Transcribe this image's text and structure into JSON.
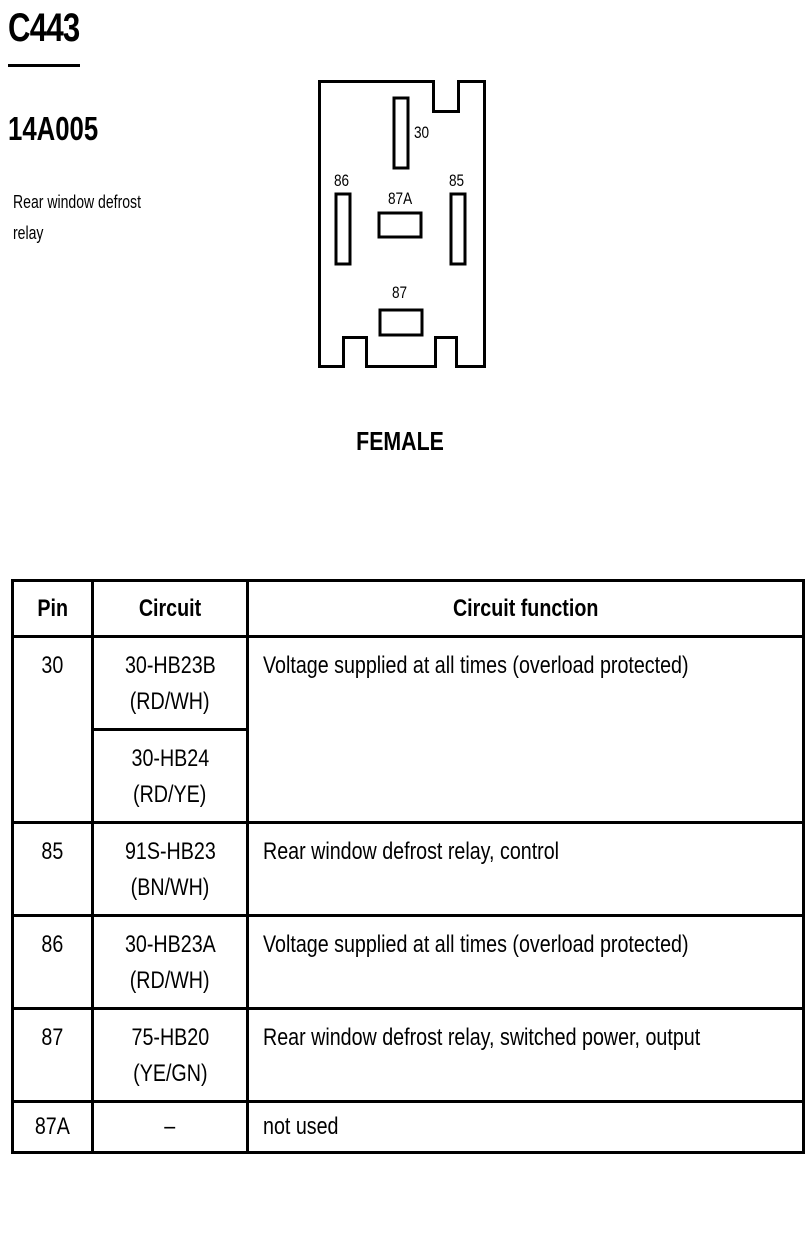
{
  "connector": {
    "id": "C443",
    "part_number": "14A005",
    "description": "Rear window defrost relay",
    "view": "FEMALE"
  },
  "diagram": {
    "pins": [
      {
        "label": "30"
      },
      {
        "label": "86"
      },
      {
        "label": "87A"
      },
      {
        "label": "85"
      },
      {
        "label": "87"
      }
    ]
  },
  "table": {
    "headers": [
      "Pin",
      "Circuit",
      "Circuit function"
    ],
    "rows": [
      {
        "pin": "30",
        "circuit": "30-HB23B",
        "color": "(RD/WH)",
        "function": "Voltage supplied at all times (overload protected)"
      },
      {
        "pin": "",
        "circuit": "30-HB24",
        "color": "(RD/YE)",
        "function": ""
      },
      {
        "pin": "85",
        "circuit": "91S-HB23",
        "color": "(BN/WH)",
        "function": "Rear window defrost relay, control"
      },
      {
        "pin": "86",
        "circuit": "30-HB23A",
        "color": "(RD/WH)",
        "function": "Voltage supplied at all times (overload protected)"
      },
      {
        "pin": "87",
        "circuit": "75-HB20",
        "color": "(YE/GN)",
        "function": "Rear window defrost relay, switched power, output"
      },
      {
        "pin": "87A",
        "circuit": "–",
        "color": "",
        "function": "not used"
      }
    ]
  }
}
